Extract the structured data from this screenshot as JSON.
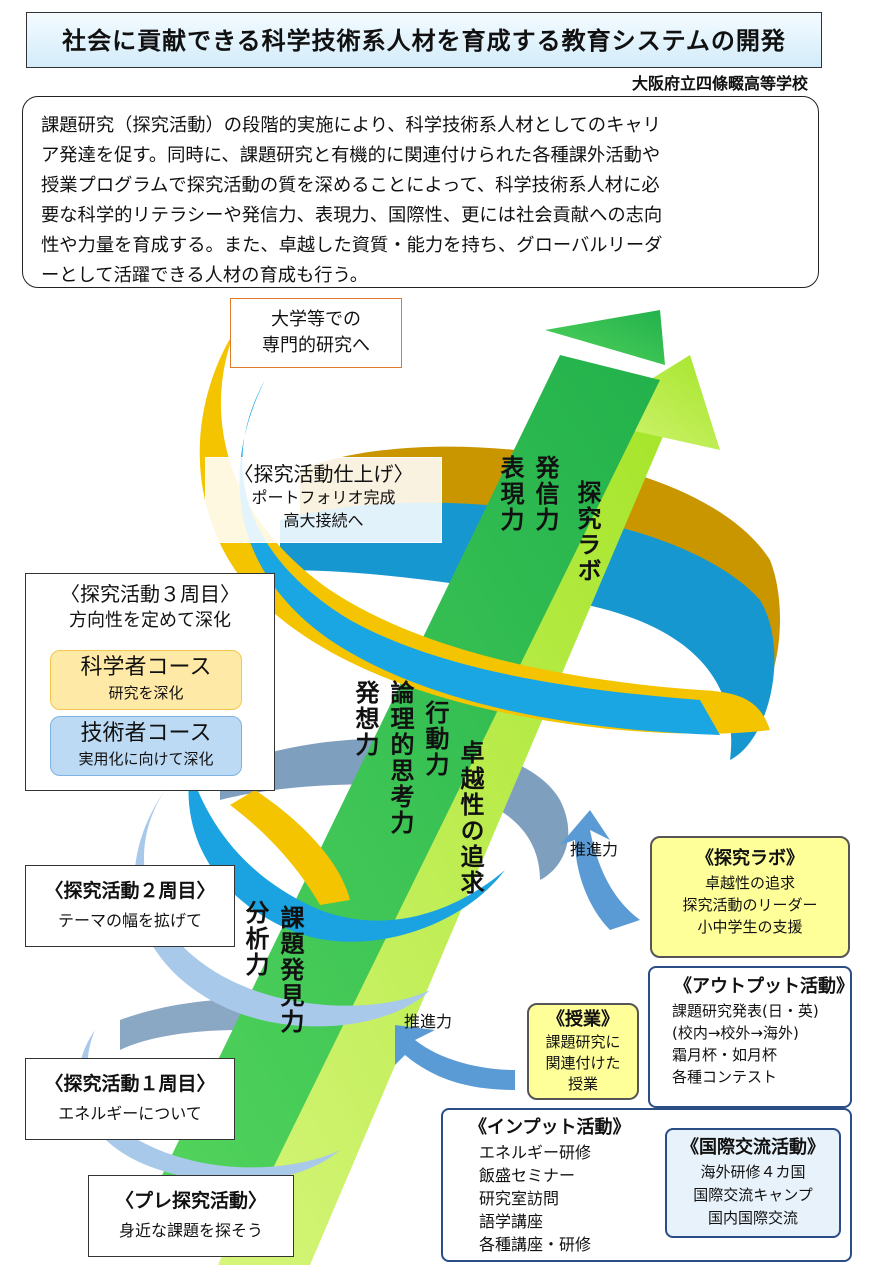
{
  "header": {
    "title": "社会に貢献できる科学技術系人材を育成する教育システムの開発",
    "school": "大阪府立四條畷高等学校"
  },
  "intro": {
    "line1": "課題研究（探究活動）の段階的実施により、科学技術系人材としてのキャリ",
    "line2": "ア発達を促す。同時に、課題研究と有機的に関連付けられた各種課外活動や",
    "line3": "授業プログラムで探究活動の質を深めることによって、科学技術系人材に必",
    "line4": "要な科学的リテラシーや発信力、表現力、国際性、更には社会貢献への志向",
    "line5": "性や力量を育成する。また、卓越した資質・能力を持ち、グローバルリーダ",
    "line6": "ーとして活躍できる人材の育成も行う。"
  },
  "goal": {
    "line1": "大学等での",
    "line2": "専門的研究へ"
  },
  "stages": {
    "finish": {
      "title": "〈探究活動仕上げ〉",
      "line1": "ポートフォリオ完成",
      "line2": "高大接続へ"
    },
    "third": {
      "title": "〈探究活動３周目〉",
      "sub": "方向性を定めて深化",
      "course1_title": "科学者コース",
      "course1_sub": "研究を深化",
      "course2_title": "技術者コース",
      "course2_sub": "実用化に向けて深化"
    },
    "second": {
      "title": "〈探究活動２周目〉",
      "sub": "テーマの幅を拡げて"
    },
    "first": {
      "title": "〈探究活動１周目〉",
      "sub": "エネルギーについて"
    },
    "pre": {
      "title": "〈プレ探究活動〉",
      "sub": "身近な課題を探そう"
    }
  },
  "arrows": {
    "main_top_col1": "表現力",
    "main_top_col2": "発信力",
    "side_top": "探究ラボ",
    "mid_col1": "発想力",
    "mid_col2": "論理的思考力",
    "mid_col3": "行動力",
    "side_mid": "卓越性の追求",
    "low_col1": "分析力",
    "low_col2": "課題発見力"
  },
  "labels": {
    "push1": "推進力",
    "push2": "推進力"
  },
  "boxes": {
    "lab": {
      "title": "《探究ラボ》",
      "line1": "卓越性の追求",
      "line2": "探究活動のリーダー",
      "line3": "小中学生の支援"
    },
    "output": {
      "title": "《アウトプット活動》",
      "line1": "課題研究発表(日・英)",
      "line2": "(校内→校外→海外)",
      "line3": "霜月杯・如月杯",
      "line4": "各種コンテスト"
    },
    "lesson": {
      "title": "《授業》",
      "line1": "課題研究に",
      "line2": "関連付けた",
      "line3": "授業"
    },
    "input": {
      "title": "《インプット活動》",
      "line1": "エネルギー研修",
      "line2": "飯盛セミナー",
      "line3": "研究室訪問",
      "line4": "語学講座",
      "line5": "各種講座・研修"
    },
    "intl": {
      "title": "《国際交流活動》",
      "line1": "海外研修４カ国",
      "line2": "国際交流キャンプ",
      "line3": "国内国際交流"
    }
  },
  "colors": {
    "green_dark": "#2db84a",
    "green_light": "#b9ec3e",
    "gold": "#f5c400",
    "gold_dark": "#c99600",
    "blue": "#1aa3e0",
    "blue_light": "#a9c9ea",
    "blue_gray": "#7f9fbf",
    "box_yellow": "#ffff99",
    "box_border_blue": "#2a4d86",
    "goal_border": "#e27a2b"
  }
}
